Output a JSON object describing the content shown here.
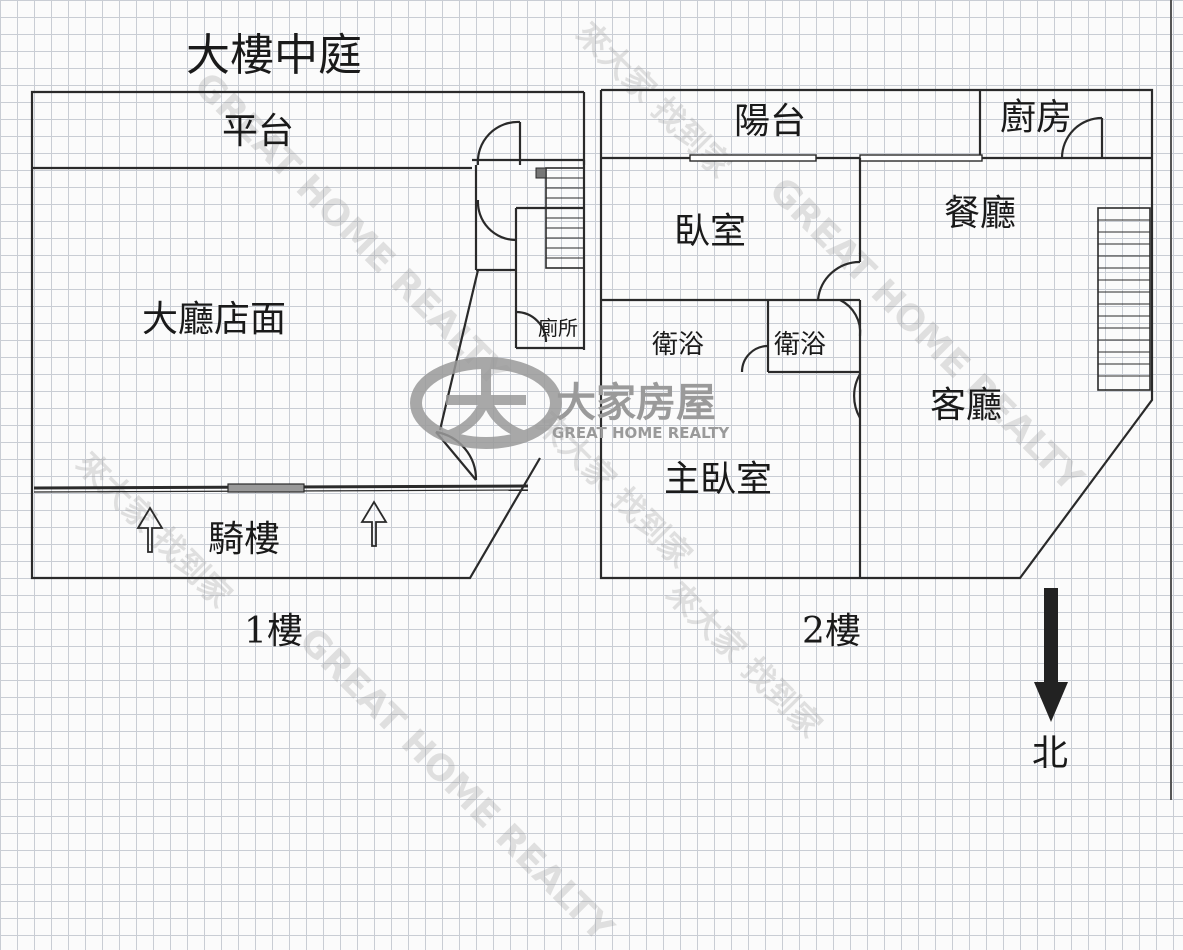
{
  "title": "大樓中庭",
  "floor1": {
    "label": "1樓",
    "rooms": {
      "terrace": "平台",
      "lobby": "大廳店面",
      "toilet": "廁所",
      "arcade": "騎樓"
    }
  },
  "floor2": {
    "label": "2樓",
    "rooms": {
      "balcony": "陽台",
      "kitchen": "廚房",
      "bedroom": "臥室",
      "dining": "餐廳",
      "bath1": "衛浴",
      "bath2": "衛浴",
      "living": "客廳",
      "master": "主臥室"
    }
  },
  "compass": {
    "label": "北"
  },
  "logo": {
    "brand": "大家房屋",
    "sub": "GREAT HOME REALTY"
  },
  "watermarks": {
    "phrase": "來大家 找到家",
    "realty": "GREAT HOME REALTY"
  },
  "colors": {
    "line": "#2a2a2a",
    "logo": "#9a9a9a",
    "grid": "#c9cdd4"
  }
}
